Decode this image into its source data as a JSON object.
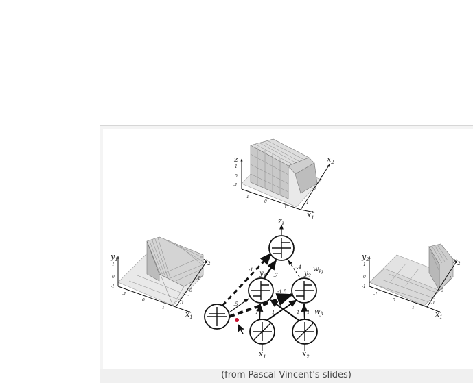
{
  "caption": "(from Pascal Vincent's slides)",
  "top_plot": {
    "vertical_axis": "z",
    "x_axis": "x",
    "x_axis_sub": "1",
    "depth_axis": "x",
    "depth_axis_sub": "2",
    "ticks_vertical": [
      "1",
      "0",
      "-1"
    ],
    "ticks_x": [
      "-1",
      "0",
      "1"
    ],
    "ticks_depth": [
      "-1",
      "0",
      "1"
    ]
  },
  "left_plot": {
    "vertical_axis": "y",
    "vertical_axis_sub": "1",
    "x_axis": "x",
    "x_axis_sub": "1",
    "depth_axis": "x",
    "depth_axis_sub": "2",
    "ticks_vertical": [
      "1",
      "0",
      "-1"
    ],
    "ticks_x": [
      "-1",
      "0",
      "1"
    ],
    "ticks_depth": [
      "-1",
      "0",
      "1"
    ]
  },
  "right_plot": {
    "vertical_axis": "y",
    "vertical_axis_sub": "2",
    "x_axis": "x",
    "x_axis_sub": "1",
    "depth_axis": "x",
    "depth_axis_sub": "2",
    "ticks_vertical": [
      "1",
      "0",
      "-1"
    ],
    "ticks_x": [
      "-1",
      "0",
      "1"
    ],
    "ticks_depth": [
      "-1",
      "0",
      "1"
    ]
  },
  "network": {
    "output_label": "z",
    "output_label_sub": "k",
    "hidden1_label": "y",
    "hidden1_label_sub": "1",
    "hidden2_label": "y",
    "hidden2_label_sub": "2",
    "input1_label": "x",
    "input1_label_sub": "1",
    "input2_label": "x",
    "input2_label_sub": "2",
    "weight_kj": "w",
    "weight_kj_sub": "kj",
    "weight_ji": "w",
    "weight_ji_sub": "ji",
    "weights": {
      "bias_to_output": "-1",
      "y1_to_output": ".7",
      "y2_to_output": "-.4",
      "bias_to_y1": ".5",
      "bias_to_y2": "-1.5",
      "x1_to_y1": "1",
      "x1_to_y2": "1",
      "x2_to_y1": "1",
      "x2_to_y2": "1"
    }
  }
}
